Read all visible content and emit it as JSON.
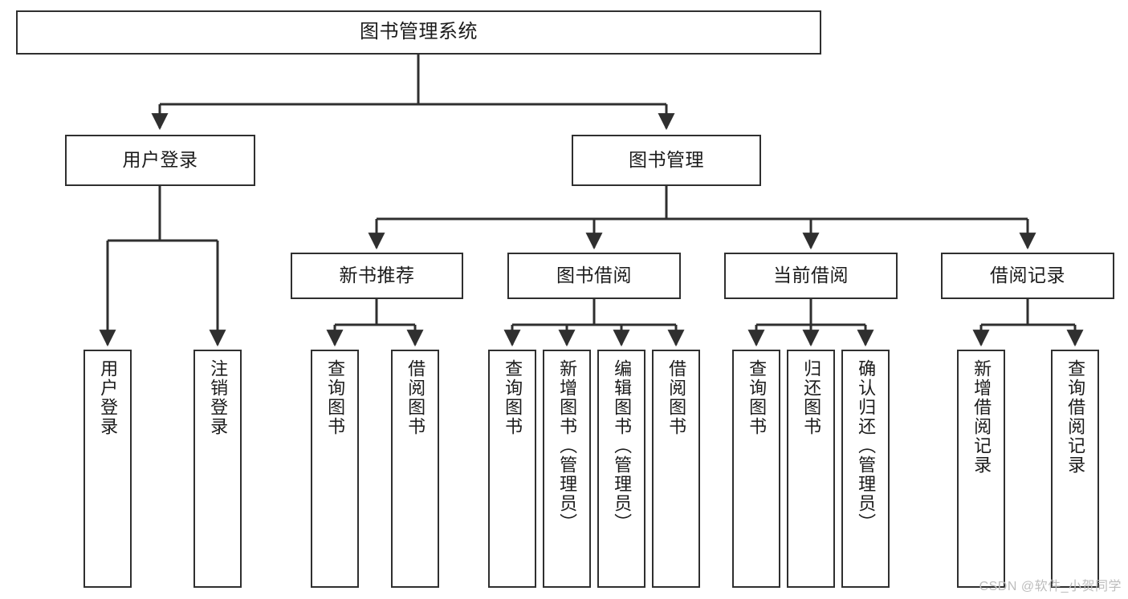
{
  "diagram": {
    "type": "tree-hierarchy",
    "title": "图书管理系统",
    "orientation": "top-down",
    "colors": {
      "box_border": "#2f2f2f",
      "box_fill": "#ffffff",
      "connector": "#2f2f2f",
      "text": "#1b1b1b",
      "watermark": "#bdbdbd",
      "background": "#ffffff"
    },
    "watermark": "CSDN @软件_小贺同学",
    "levels": {
      "level1": [
        "图书管理系统"
      ],
      "level2": [
        "用户登录",
        "图书管理"
      ],
      "level3": [
        "新书推荐",
        "图书借阅",
        "当前借阅",
        "借阅记录"
      ],
      "level4": [
        "用户登录",
        "注销登录",
        "查询图书",
        "借阅图书",
        "查询图书",
        "新增图书（管理员）",
        "编辑图书（管理员）",
        "借阅图书",
        "查询图书",
        "归还图书",
        "确认归还（管理员）",
        "新增借阅记录",
        "查询借阅记录"
      ]
    },
    "nodes": {
      "root": {
        "label": "图书管理系统"
      },
      "user_login": {
        "label": "用户登录"
      },
      "book_manage": {
        "label": "图书管理"
      },
      "new_book_rec": {
        "label": "新书推荐"
      },
      "book_borrow": {
        "label": "图书借阅"
      },
      "current_borrow": {
        "label": "当前借阅"
      },
      "borrow_record": {
        "label": "借阅记录"
      },
      "leaf_user_login": {
        "label": "用户登录"
      },
      "leaf_logout": {
        "label": "注销登录"
      },
      "leaf_query_book_1": {
        "label": "查询图书"
      },
      "leaf_borrow_book_1": {
        "label": "借阅图书"
      },
      "leaf_query_book_2": {
        "label": "查询图书"
      },
      "leaf_add_book": {
        "label": "新增图书（管理员）"
      },
      "leaf_edit_book": {
        "label": "编辑图书（管理员）"
      },
      "leaf_borrow_book_2": {
        "label": "借阅图书"
      },
      "leaf_query_book_3": {
        "label": "查询图书"
      },
      "leaf_return_book": {
        "label": "归还图书"
      },
      "leaf_confirm_return": {
        "label": "确认归还（管理员）"
      },
      "leaf_add_record": {
        "label": "新增借阅记录"
      },
      "leaf_query_record": {
        "label": "查询借阅记录"
      }
    },
    "edges": [
      {
        "from": "root",
        "to": "user_login"
      },
      {
        "from": "root",
        "to": "book_manage"
      },
      {
        "from": "user_login",
        "to": "leaf_user_login"
      },
      {
        "from": "user_login",
        "to": "leaf_logout"
      },
      {
        "from": "book_manage",
        "to": "new_book_rec"
      },
      {
        "from": "book_manage",
        "to": "book_borrow"
      },
      {
        "from": "book_manage",
        "to": "current_borrow"
      },
      {
        "from": "book_manage",
        "to": "borrow_record"
      },
      {
        "from": "new_book_rec",
        "to": "leaf_query_book_1"
      },
      {
        "from": "new_book_rec",
        "to": "leaf_borrow_book_1"
      },
      {
        "from": "book_borrow",
        "to": "leaf_query_book_2"
      },
      {
        "from": "book_borrow",
        "to": "leaf_add_book"
      },
      {
        "from": "book_borrow",
        "to": "leaf_edit_book"
      },
      {
        "from": "book_borrow",
        "to": "leaf_borrow_book_2"
      },
      {
        "from": "current_borrow",
        "to": "leaf_query_book_3"
      },
      {
        "from": "current_borrow",
        "to": "leaf_return_book"
      },
      {
        "from": "current_borrow",
        "to": "leaf_confirm_return"
      },
      {
        "from": "borrow_record",
        "to": "leaf_add_record"
      },
      {
        "from": "borrow_record",
        "to": "leaf_query_record"
      }
    ]
  }
}
